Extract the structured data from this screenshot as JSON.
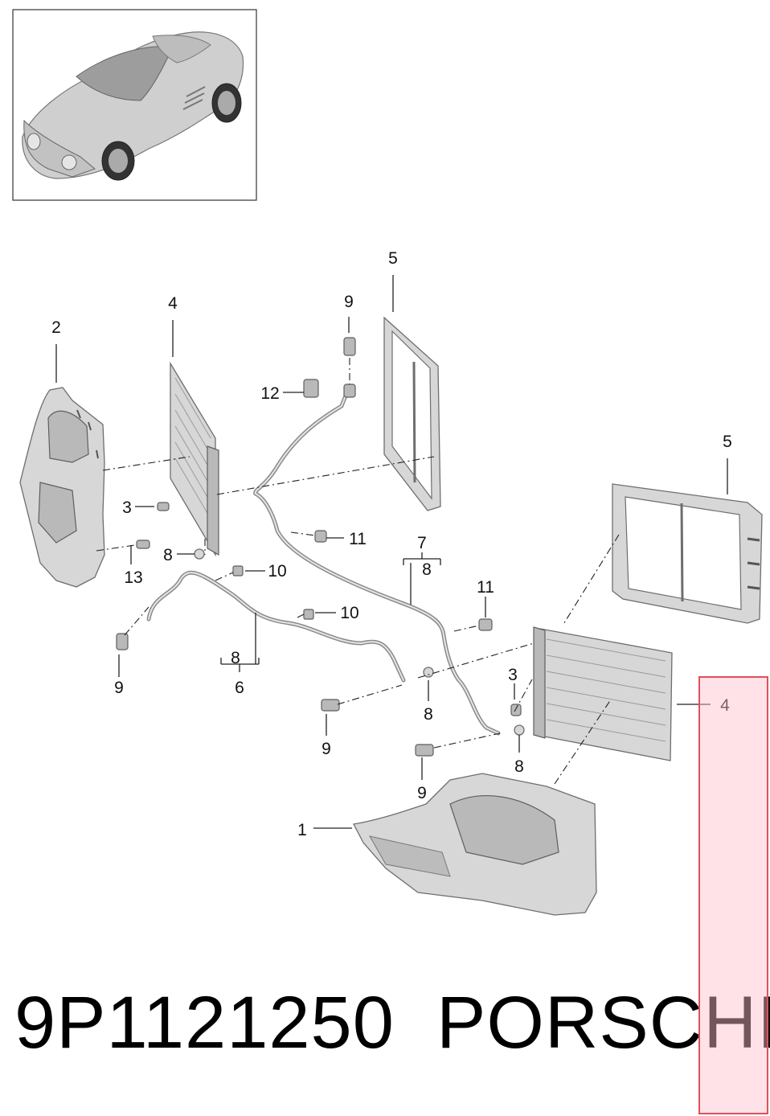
{
  "callouts": {
    "c1": "1",
    "c2": "2",
    "c3a": "3",
    "c3b": "3",
    "c4a": "4",
    "c4b": "4",
    "c5a": "5",
    "c5b": "5",
    "c6": "6",
    "c7": "7",
    "c8a": "8",
    "c8b": "8",
    "c8c": "8",
    "c8d": "8",
    "c8e": "8",
    "c9a": "9",
    "c9b": "9",
    "c9c": "9",
    "c9d": "9",
    "c10a": "10",
    "c10b": "10",
    "c11a": "11",
    "c11b": "11",
    "c12": "12",
    "c13": "13"
  },
  "footer": {
    "part_number": "9P1121250",
    "brand": "PORSCHE"
  },
  "colors": {
    "part_fill": "#d7d7d7",
    "highlight": "#e0505a"
  }
}
